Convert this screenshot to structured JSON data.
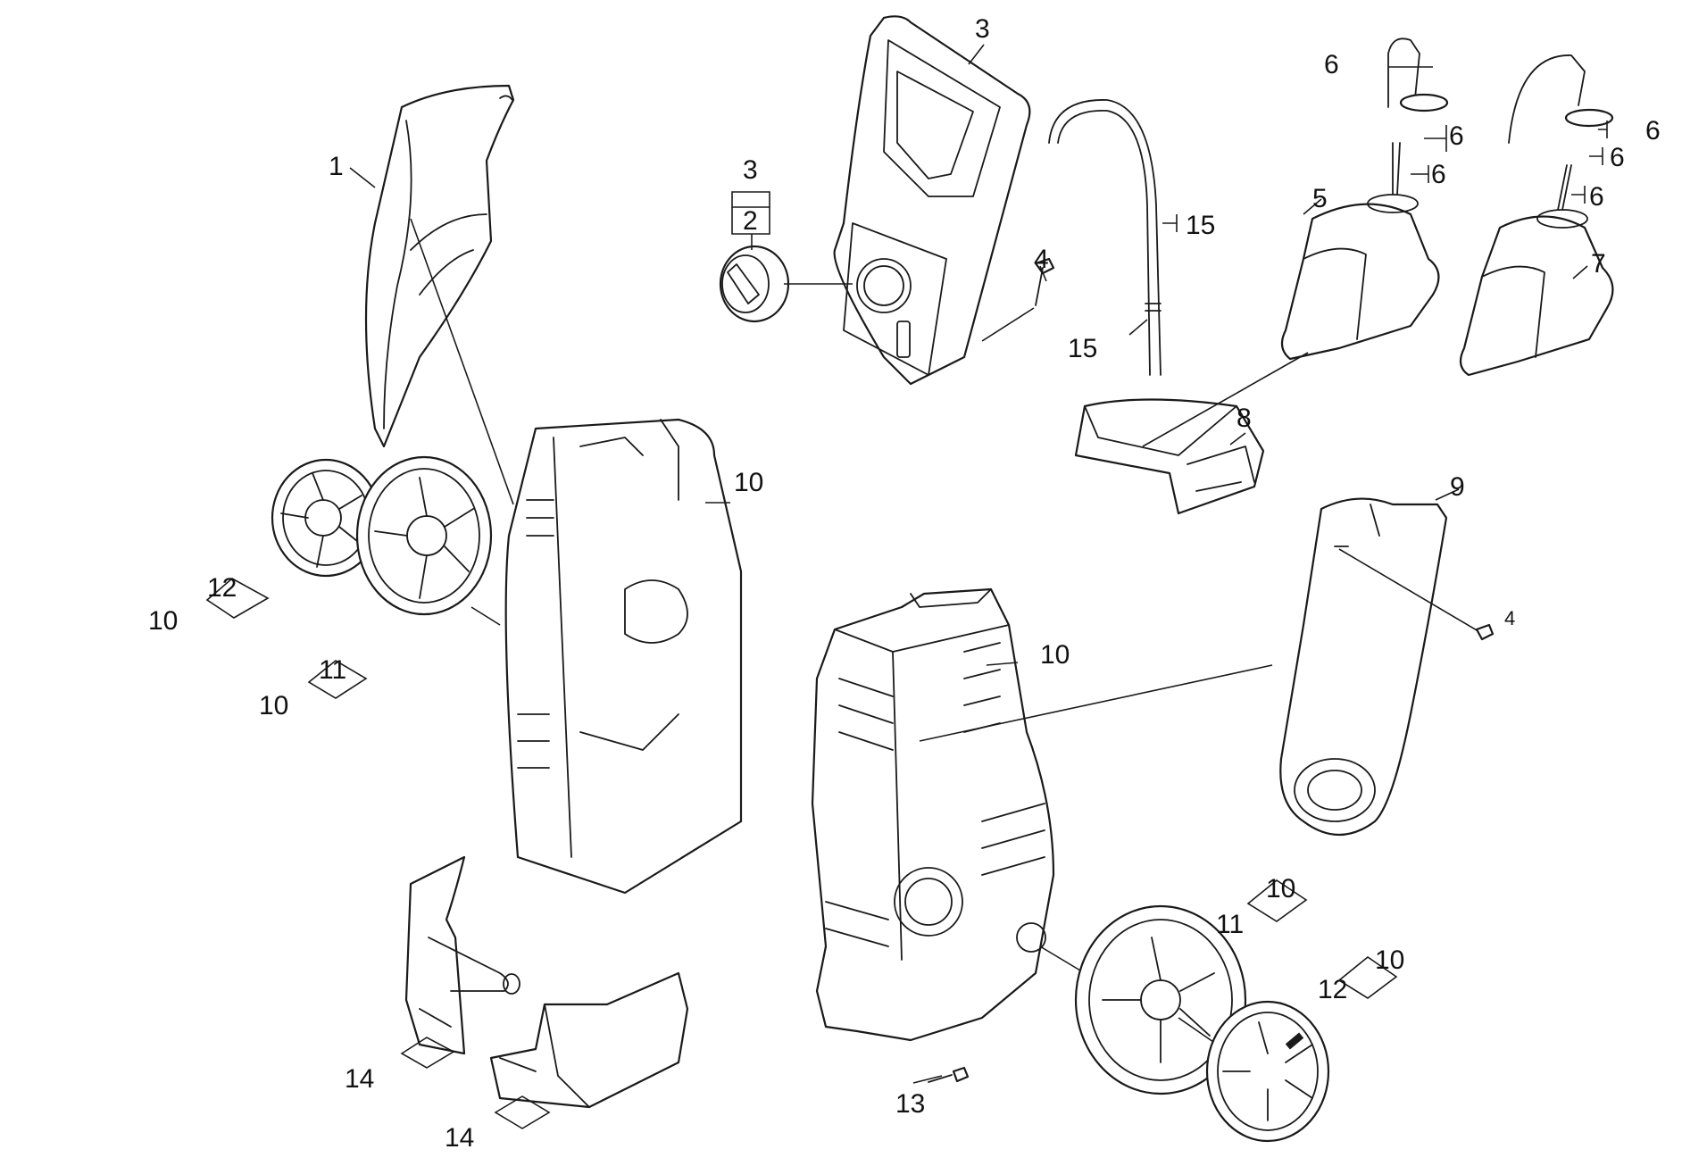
{
  "callouts": {
    "c1": "1",
    "c2": "2",
    "c3_top": "3",
    "c3_bracket": "3",
    "c4_left": "4",
    "c4_right": "4",
    "c5": "5",
    "c6_a": "6",
    "c6_b": "6",
    "c6_c": "6",
    "c6_d": "6",
    "c6_e": "6",
    "c6_f": "6",
    "c7": "7",
    "c8": "8",
    "c9": "9",
    "c10_a": "10",
    "c10_b": "10",
    "c10_c": "10",
    "c10_d": "10",
    "c10_e": "10",
    "c10_f": "10",
    "c11_left": "11",
    "c11_right": "11",
    "c12_left": "12",
    "c12_right": "12",
    "c13": "13",
    "c14_a": "14",
    "c14_b": "14",
    "c15_a": "15",
    "c15_b": "15"
  }
}
